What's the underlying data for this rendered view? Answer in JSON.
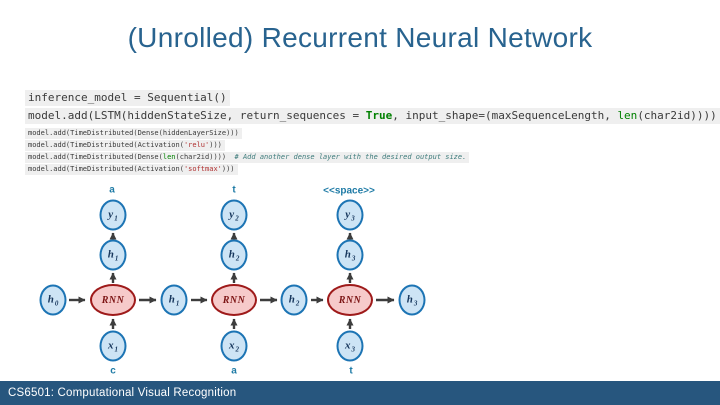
{
  "title": "(Unrolled) Recurrent Neural Network",
  "code": {
    "l1": {
      "p1": "inference_model = Sequential()"
    },
    "l2": {
      "p1": "model.add(LSTM(hiddenStateSize, return_sequences = ",
      "kw": "True",
      "p2": ", input_shape=(maxSequenceLength, ",
      "fn": "len",
      "p3": "(char2id))))"
    },
    "l3": {
      "p1": "model.add(TimeDistributed(Dense(hiddenLayerSize)))"
    },
    "l4": {
      "p1": "model.add(TimeDistributed(Activation(",
      "s1": "'relu'",
      "p2": ")))"
    },
    "l5": {
      "p1": "model.add(TimeDistributed(Dense(",
      "fn": "len",
      "p2": "(char2id))))  ",
      "cm": "# Add another dense layer with the desired output size."
    },
    "l6": {
      "p1": "model.add(TimeDistributed(Activation(",
      "s1": "'softmax'",
      "p2": ")))"
    }
  },
  "diagram": {
    "state_nodes": [
      {
        "base": "h",
        "sub": "0"
      },
      {
        "base": "h",
        "sub": "1"
      },
      {
        "base": "h",
        "sub": "2"
      },
      {
        "base": "h",
        "sub": "3"
      }
    ],
    "columns": [
      {
        "top_label": "a",
        "output": {
          "base": "y",
          "sub": "1"
        },
        "hidden": {
          "base": "h",
          "sub": "1"
        },
        "cell": "RNN",
        "input": {
          "base": "x",
          "sub": "1"
        },
        "bottom_label": "c"
      },
      {
        "top_label": "t",
        "output": {
          "base": "y",
          "sub": "2"
        },
        "hidden": {
          "base": "h",
          "sub": "2"
        },
        "cell": "RNN",
        "input": {
          "base": "x",
          "sub": "2"
        },
        "bottom_label": "a"
      },
      {
        "top_label": "<<space>>",
        "output": {
          "base": "y",
          "sub": "3"
        },
        "hidden": {
          "base": "h",
          "sub": "3"
        },
        "cell": "RNN",
        "input": {
          "base": "x",
          "sub": "3"
        },
        "bottom_label": "t"
      }
    ]
  },
  "footer": {
    "course_label": "CS6501: Computational Visual Recognition"
  },
  "colors": {
    "title": "#28638f",
    "footer_bg": "#27567e",
    "diagram_label": "#1f7ba6",
    "node_blue_border": "#1c74b4",
    "node_blue_fill": "#cde4f5",
    "node_red_border": "#9e1a1a",
    "node_red_fill": "#f6caca",
    "arrow": "#3d3d3d",
    "keyword_green": "#008000",
    "string_red": "#b03030",
    "comment_teal": "#3d7b7b"
  }
}
